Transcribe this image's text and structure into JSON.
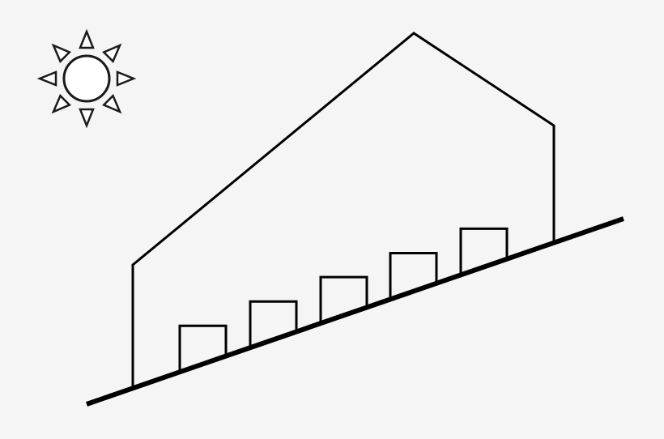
{
  "colors": {
    "background": "#f5f5f5",
    "stroke": "#000000",
    "sun_fill": "#ffffff",
    "sun_stroke": "#1a1a1a"
  },
  "sun": {
    "icon": "sun-icon",
    "ray_count": 8
  },
  "building": {
    "icon": "greenhouse-outline",
    "box_count": 5
  },
  "ground": {
    "icon": "sloped-ground-line"
  }
}
